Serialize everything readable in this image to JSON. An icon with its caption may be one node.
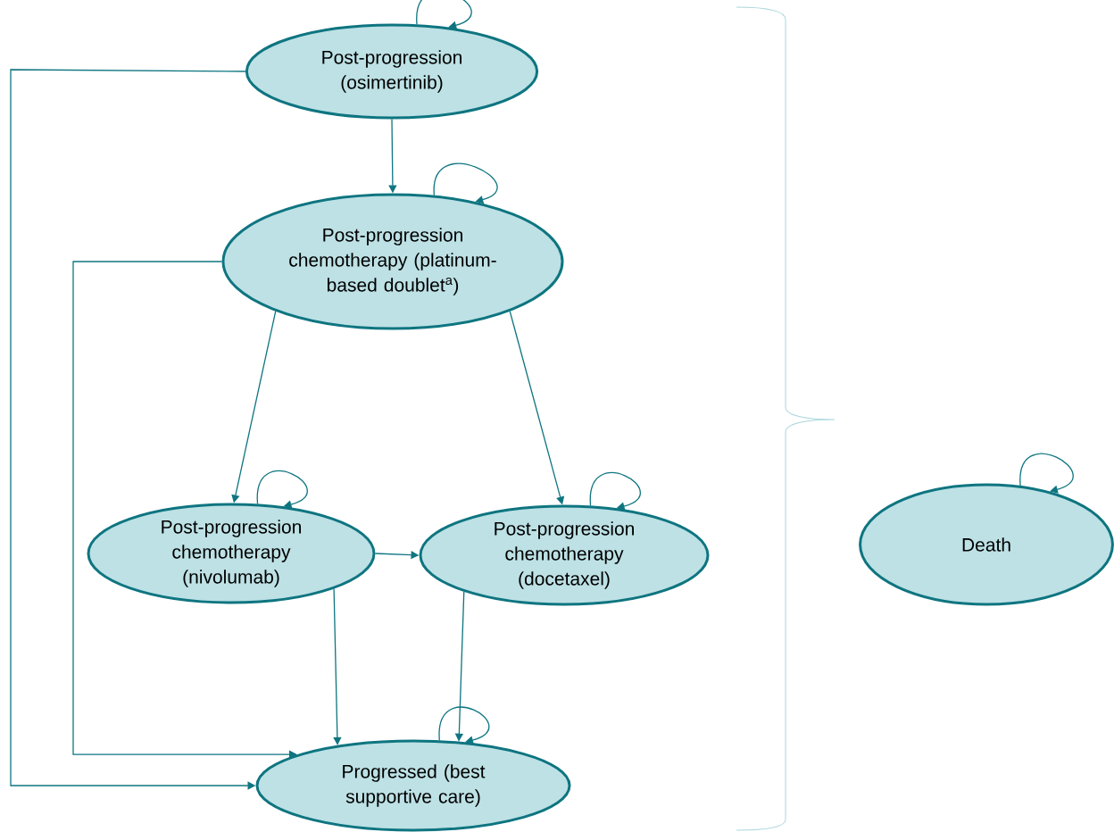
{
  "diagram": {
    "nodes": [
      {
        "text": [
          "Post-progression (osimertinib)"
        ]
      },
      {
        "text": [
          "Post-progression chemotherapy (platinum-based doublet$^{a}$)"
        ]
      },
      {
        "text": [
          "Post-progression chemotherapy (nivolumab)"
        ]
      },
      {
        "text": [
          "Post-progression chemotherapy (docetaxel)"
        ]
      },
      {
        "text": [
          "Progressed (best supportive care)"
        ]
      },
      {
        "text": [
          "Death"
        ]
      }
    ],
    "edges": [
      {
        "from": 0,
        "to": 0,
        "arrow": "to"
      },
      {
        "from": 0,
        "to": 1,
        "arrow": "to"
      },
      {
        "from": 0,
        "to": 4,
        "arrow": "to"
      },
      {
        "from": 1,
        "to": 1,
        "arrow": "to"
      },
      {
        "from": 1,
        "to": 2,
        "arrow": "to"
      },
      {
        "from": 1,
        "to": 3,
        "arrow": "to"
      },
      {
        "from": 1,
        "to": 4,
        "arrow": "to"
      },
      {
        "from": 2,
        "to": 2,
        "arrow": "to"
      },
      {
        "from": 2,
        "to": 3,
        "arrow": "to"
      },
      {
        "from": 2,
        "to": 4,
        "arrow": "to"
      },
      {
        "from": 3,
        "to": 3,
        "arrow": "to"
      },
      {
        "from": 3,
        "to": 4,
        "arrow": "to"
      },
      {
        "from": 4,
        "to": 4,
        "arrow": "to"
      },
      {
        "from": 5,
        "to": 5,
        "arrow": "to"
      }
    ]
  }
}
